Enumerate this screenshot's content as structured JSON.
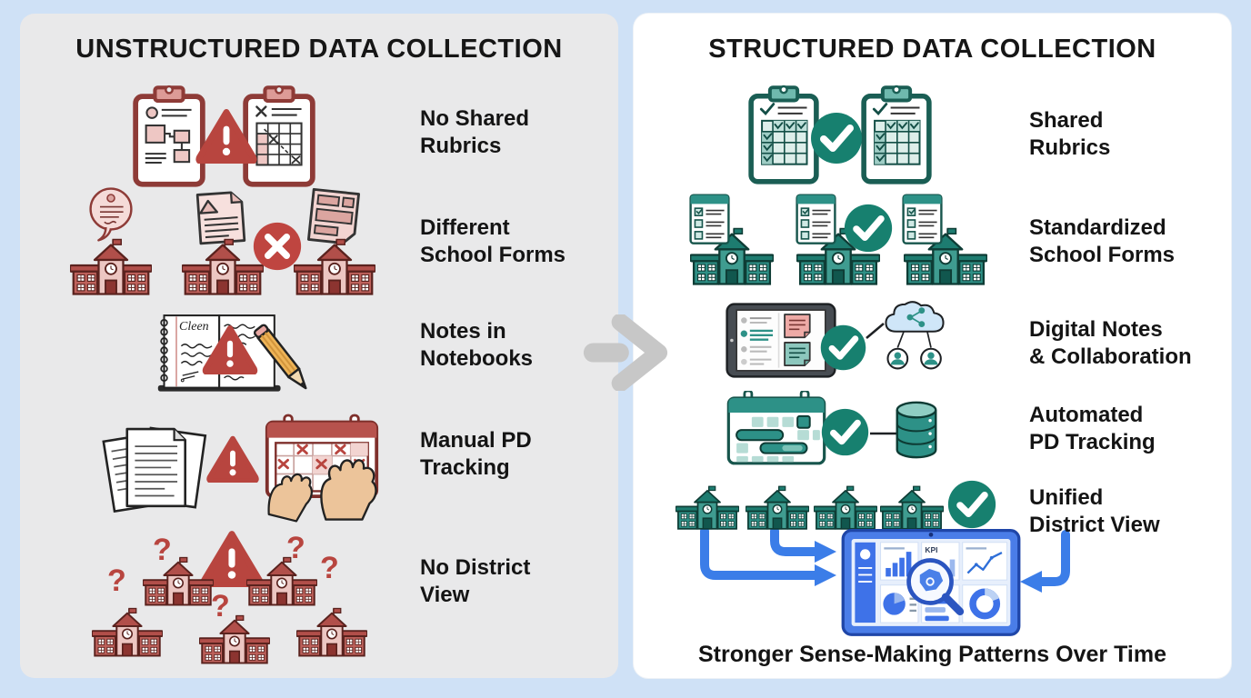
{
  "palette": {
    "page_bg": "#cfe1f6",
    "left_panel_bg": "#e9e9ea",
    "right_panel_bg": "#ffffff",
    "red_accent": "#b7524d",
    "alert_red": "#b8453f",
    "teal_accent": "#2d9187",
    "check_teal": "#17806f",
    "arrow_blue": "#3b7de8",
    "transition_arrow_gray": "#c7c7c7",
    "dashboard_blue": "#4a7de8",
    "text": "#141414"
  },
  "left_panel": {
    "title": "UNSTRUCTURED DATA COLLECTION",
    "notebook_word": "Cleen",
    "question_marks": [
      "?",
      "?",
      "?",
      "?",
      "?"
    ],
    "rows": [
      {
        "id": "no-shared-rubrics",
        "lines": [
          "No Shared",
          "Rubrics"
        ]
      },
      {
        "id": "different-school-forms",
        "lines": [
          "Different",
          "School Forms"
        ]
      },
      {
        "id": "notes-in-notebooks",
        "lines": [
          "Notes in",
          "Notebooks"
        ]
      },
      {
        "id": "manual-pd-tracking",
        "lines": [
          "Manual PD",
          "Tracking"
        ]
      },
      {
        "id": "no-district-view",
        "lines": [
          "No District",
          "View"
        ]
      }
    ]
  },
  "right_panel": {
    "title": "STRUCTURED DATA COLLECTION",
    "dashboard": {
      "kpi_label": "KPI"
    },
    "caption": "Stronger Sense-Making Patterns Over Time",
    "rows": [
      {
        "id": "shared-rubrics",
        "lines": [
          "Shared",
          "Rubrics"
        ]
      },
      {
        "id": "standardized-school-forms",
        "lines": [
          "Standardized",
          "School Forms"
        ]
      },
      {
        "id": "digital-notes-collaboration",
        "lines": [
          "Digital Notes",
          "& Collaboration"
        ]
      },
      {
        "id": "automated-pd-tracking",
        "lines": [
          "Automated",
          "PD Tracking"
        ]
      },
      {
        "id": "unified-district-view",
        "lines": [
          "Unified",
          "District View"
        ]
      }
    ]
  }
}
